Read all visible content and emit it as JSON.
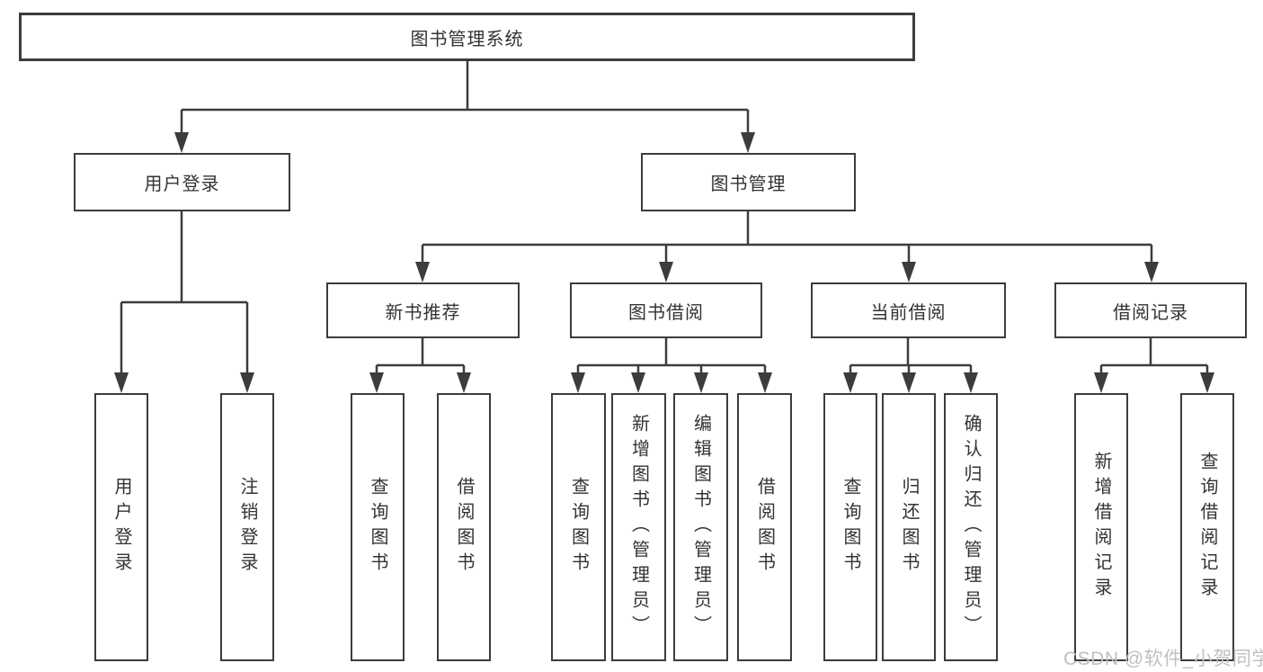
{
  "tree": {
    "root": "图书管理系统",
    "children": [
      {
        "label": "用户登录",
        "children": [
          {
            "label": "用户登录"
          },
          {
            "label": "注销登录"
          }
        ]
      },
      {
        "label": "图书管理",
        "children": [
          {
            "label": "新书推荐",
            "children": [
              {
                "label": "查询图书"
              },
              {
                "label": "借阅图书"
              }
            ]
          },
          {
            "label": "图书借阅",
            "children": [
              {
                "label": "查询图书"
              },
              {
                "label": "新增图书（管理员）"
              },
              {
                "label": "编辑图书（管理员）"
              },
              {
                "label": "借阅图书"
              }
            ]
          },
          {
            "label": "当前借阅",
            "children": [
              {
                "label": "查询图书"
              },
              {
                "label": "归还图书"
              },
              {
                "label": "确认归还（管理员）"
              }
            ]
          },
          {
            "label": "借阅记录",
            "children": [
              {
                "label": "新增借阅记录"
              },
              {
                "label": "查询借阅记录"
              }
            ]
          }
        ]
      }
    ]
  },
  "watermark": {
    "text": "CSDN @软件_小贺同学"
  },
  "colors": {
    "line": "#3c3c3c",
    "text": "#333333",
    "watermark": "#c0c0c0",
    "background": "#ffffff"
  }
}
